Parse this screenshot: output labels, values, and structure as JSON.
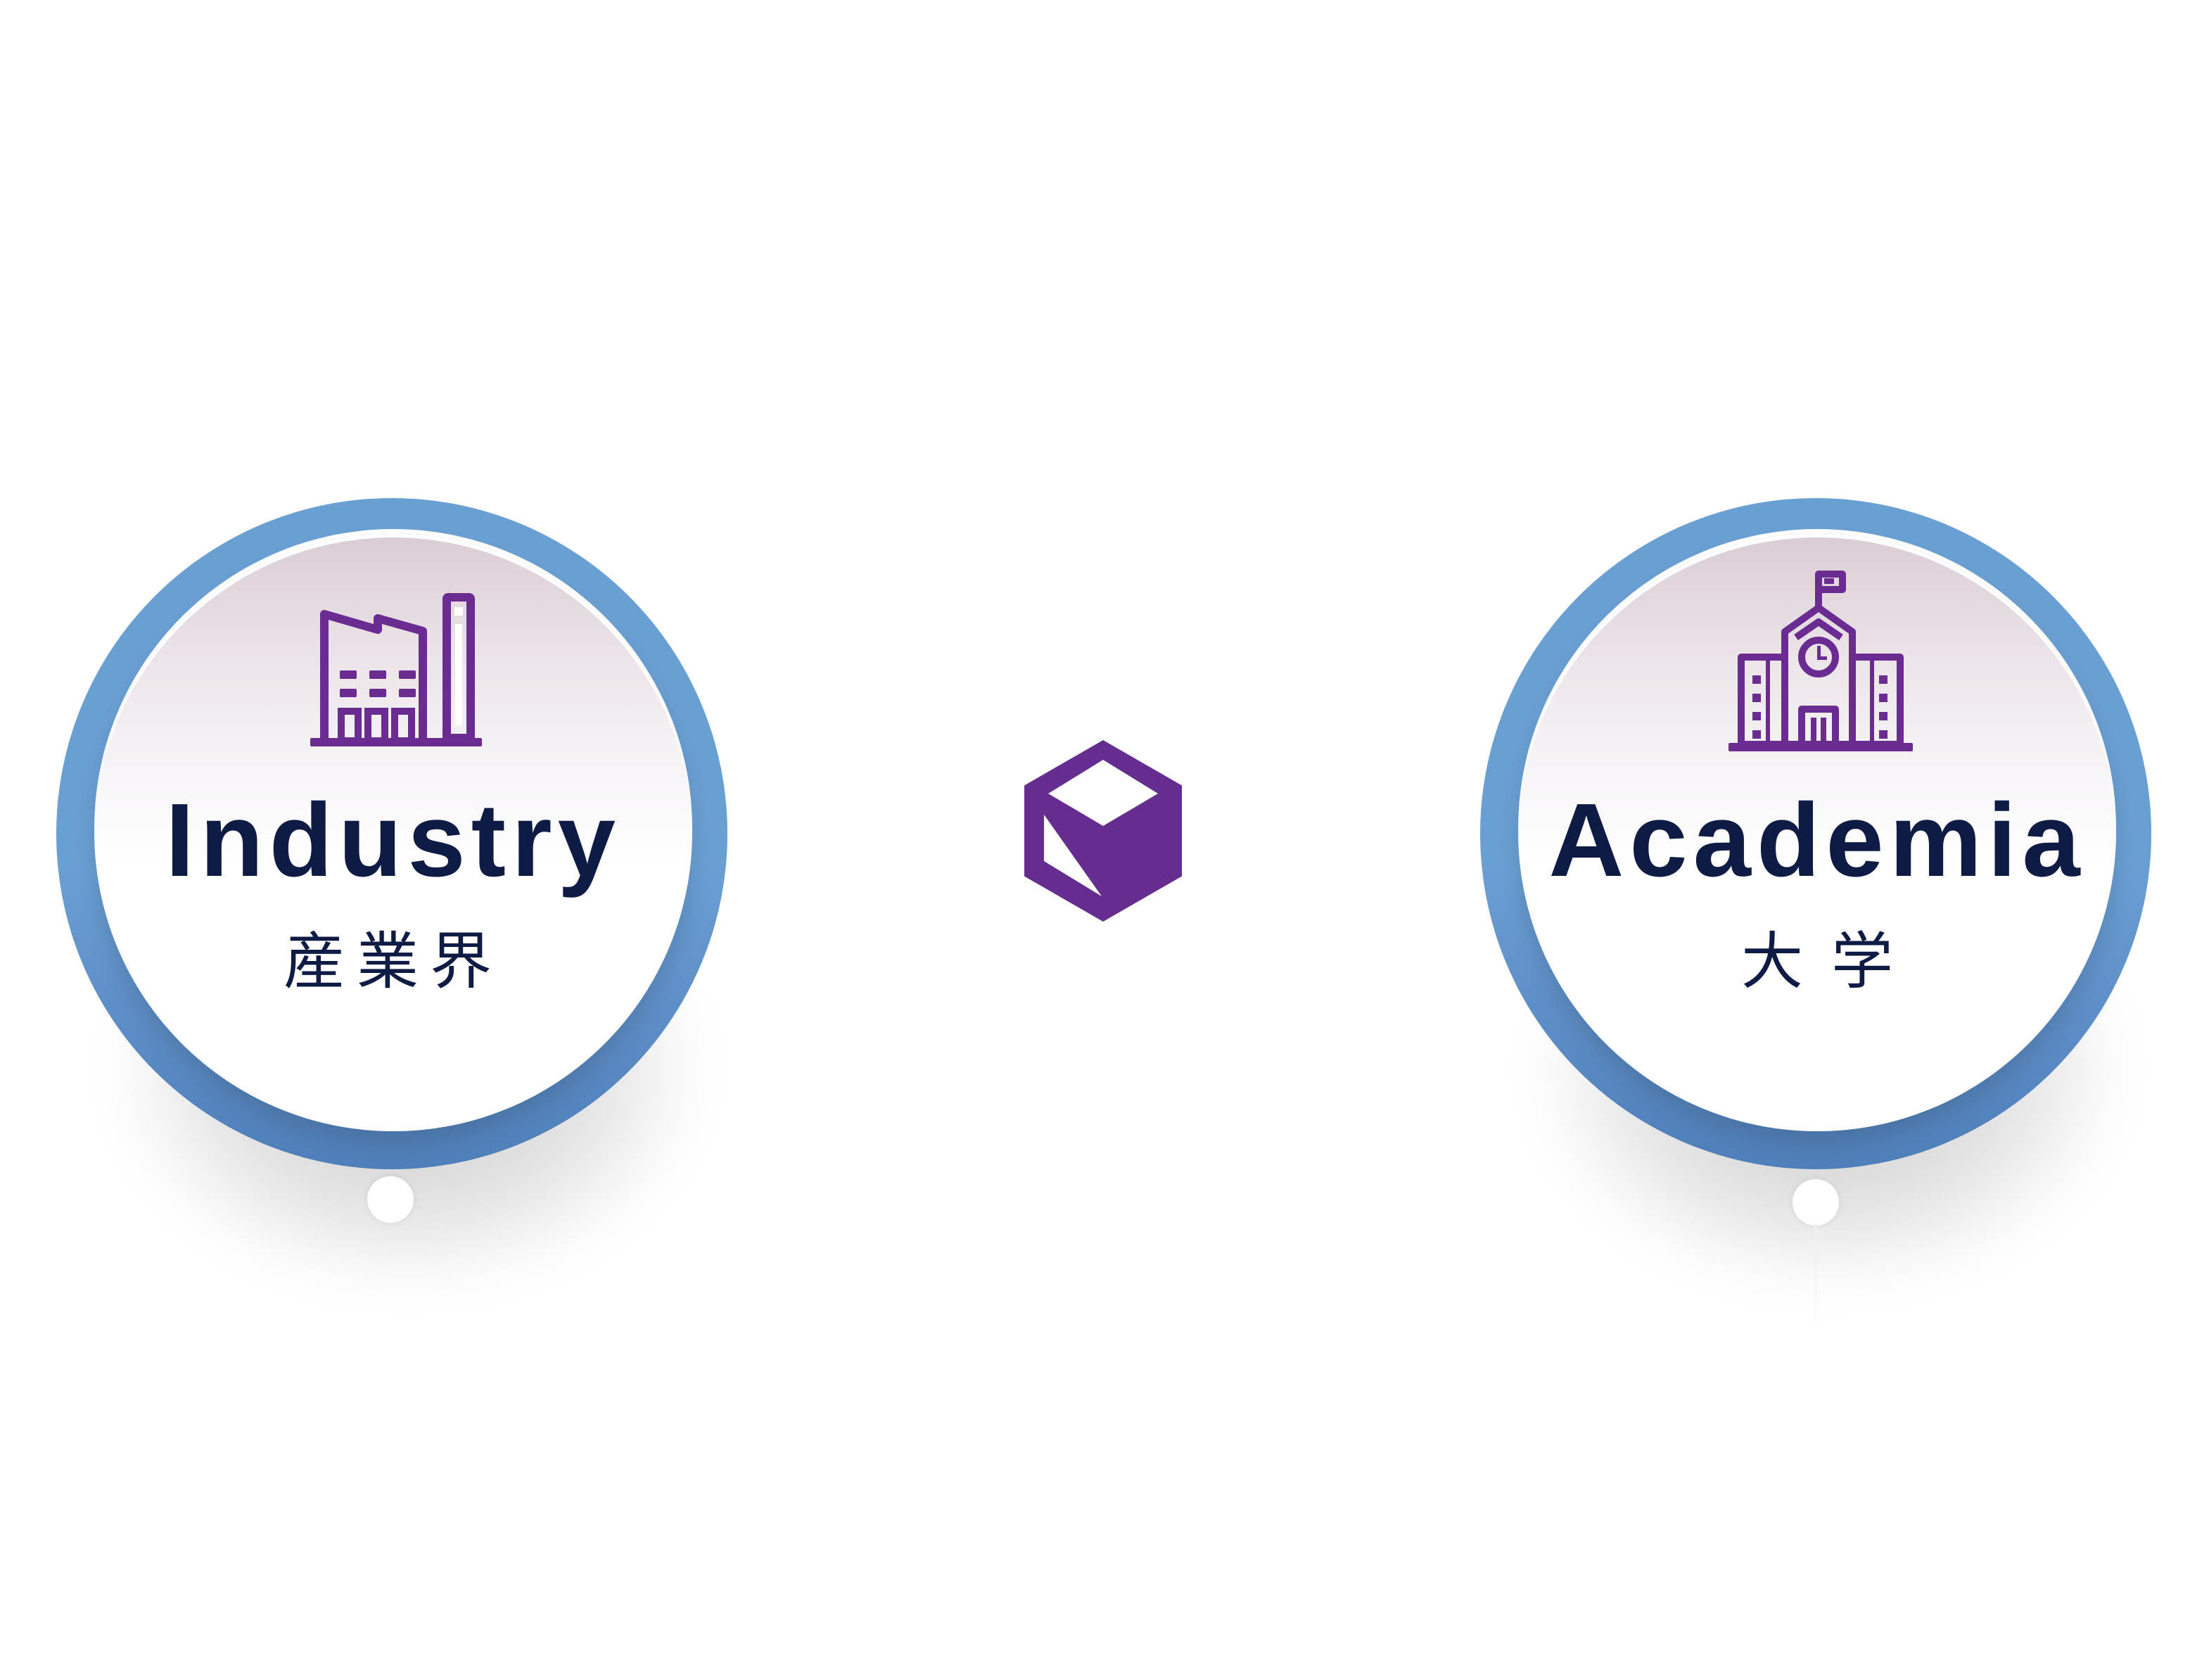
{
  "colors": {
    "ring": "#6a9fd4",
    "icon": "#6b2c91",
    "text": "#0d1b45",
    "logo": "#652d90"
  },
  "left_bubble": {
    "icon": "factory-icon",
    "title": "Industry",
    "subtitle": "産業界"
  },
  "right_bubble": {
    "icon": "school-building-icon",
    "title": "Academia",
    "subtitle": "大学"
  },
  "center_logo": {
    "icon": "hexagon-cube-logo"
  }
}
